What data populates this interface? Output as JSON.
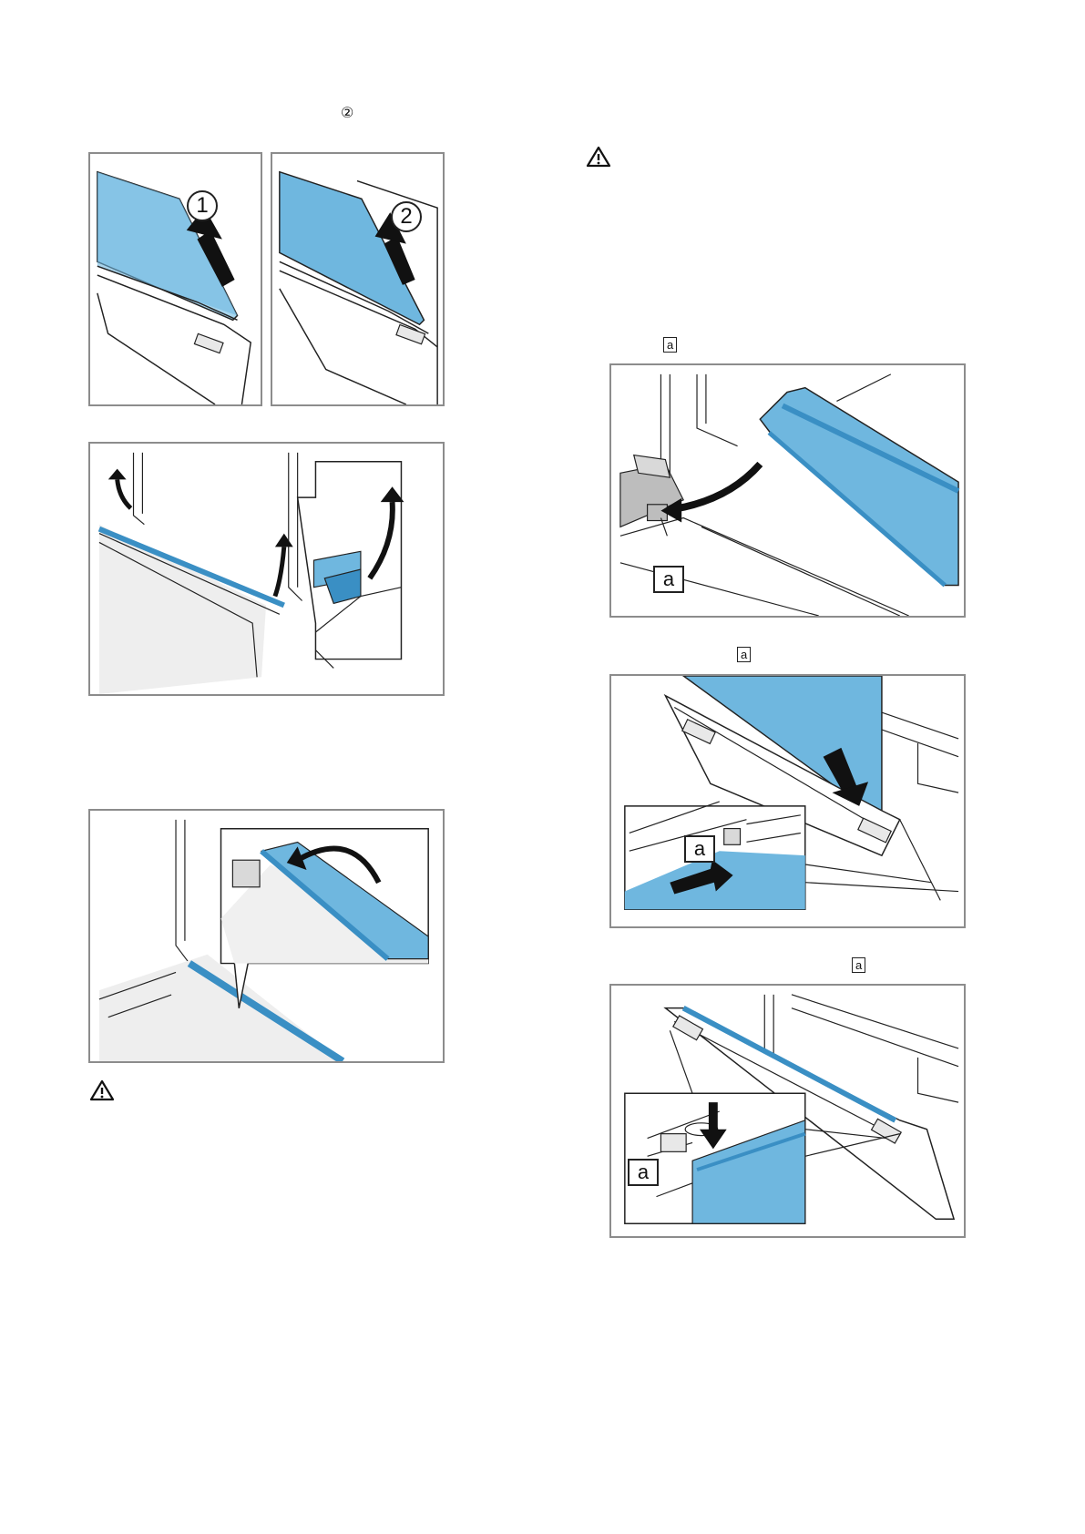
{
  "step_marker": "②",
  "callout": "a",
  "figures": {
    "f1": {
      "label": "1"
    },
    "f2": {
      "label": "2"
    },
    "f5": {
      "label": "a"
    },
    "f6": {
      "label": "a"
    },
    "f7": {
      "label": "a"
    }
  },
  "colors": {
    "glass_blue": "#6fb7df",
    "glass_blue_dark": "#3a8fc4",
    "frame_grey": "#8c8c8c",
    "line": "#222222"
  },
  "icons": [
    "warning-triangle-icon",
    "warning-triangle-icon"
  ]
}
